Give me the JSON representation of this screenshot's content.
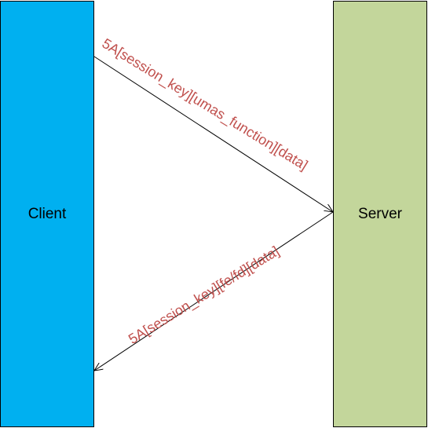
{
  "participants": {
    "client": {
      "label": "Client",
      "color": "#00b0f0"
    },
    "server": {
      "label": "Server",
      "color": "#c3d69b"
    }
  },
  "messages": {
    "request": {
      "label": "5A[session_key][umas_function][data]"
    },
    "response": {
      "label": "5A[session_key][fe/fd][data]"
    }
  },
  "colors": {
    "message_text": "#c0504d",
    "arrow": "#000000"
  }
}
